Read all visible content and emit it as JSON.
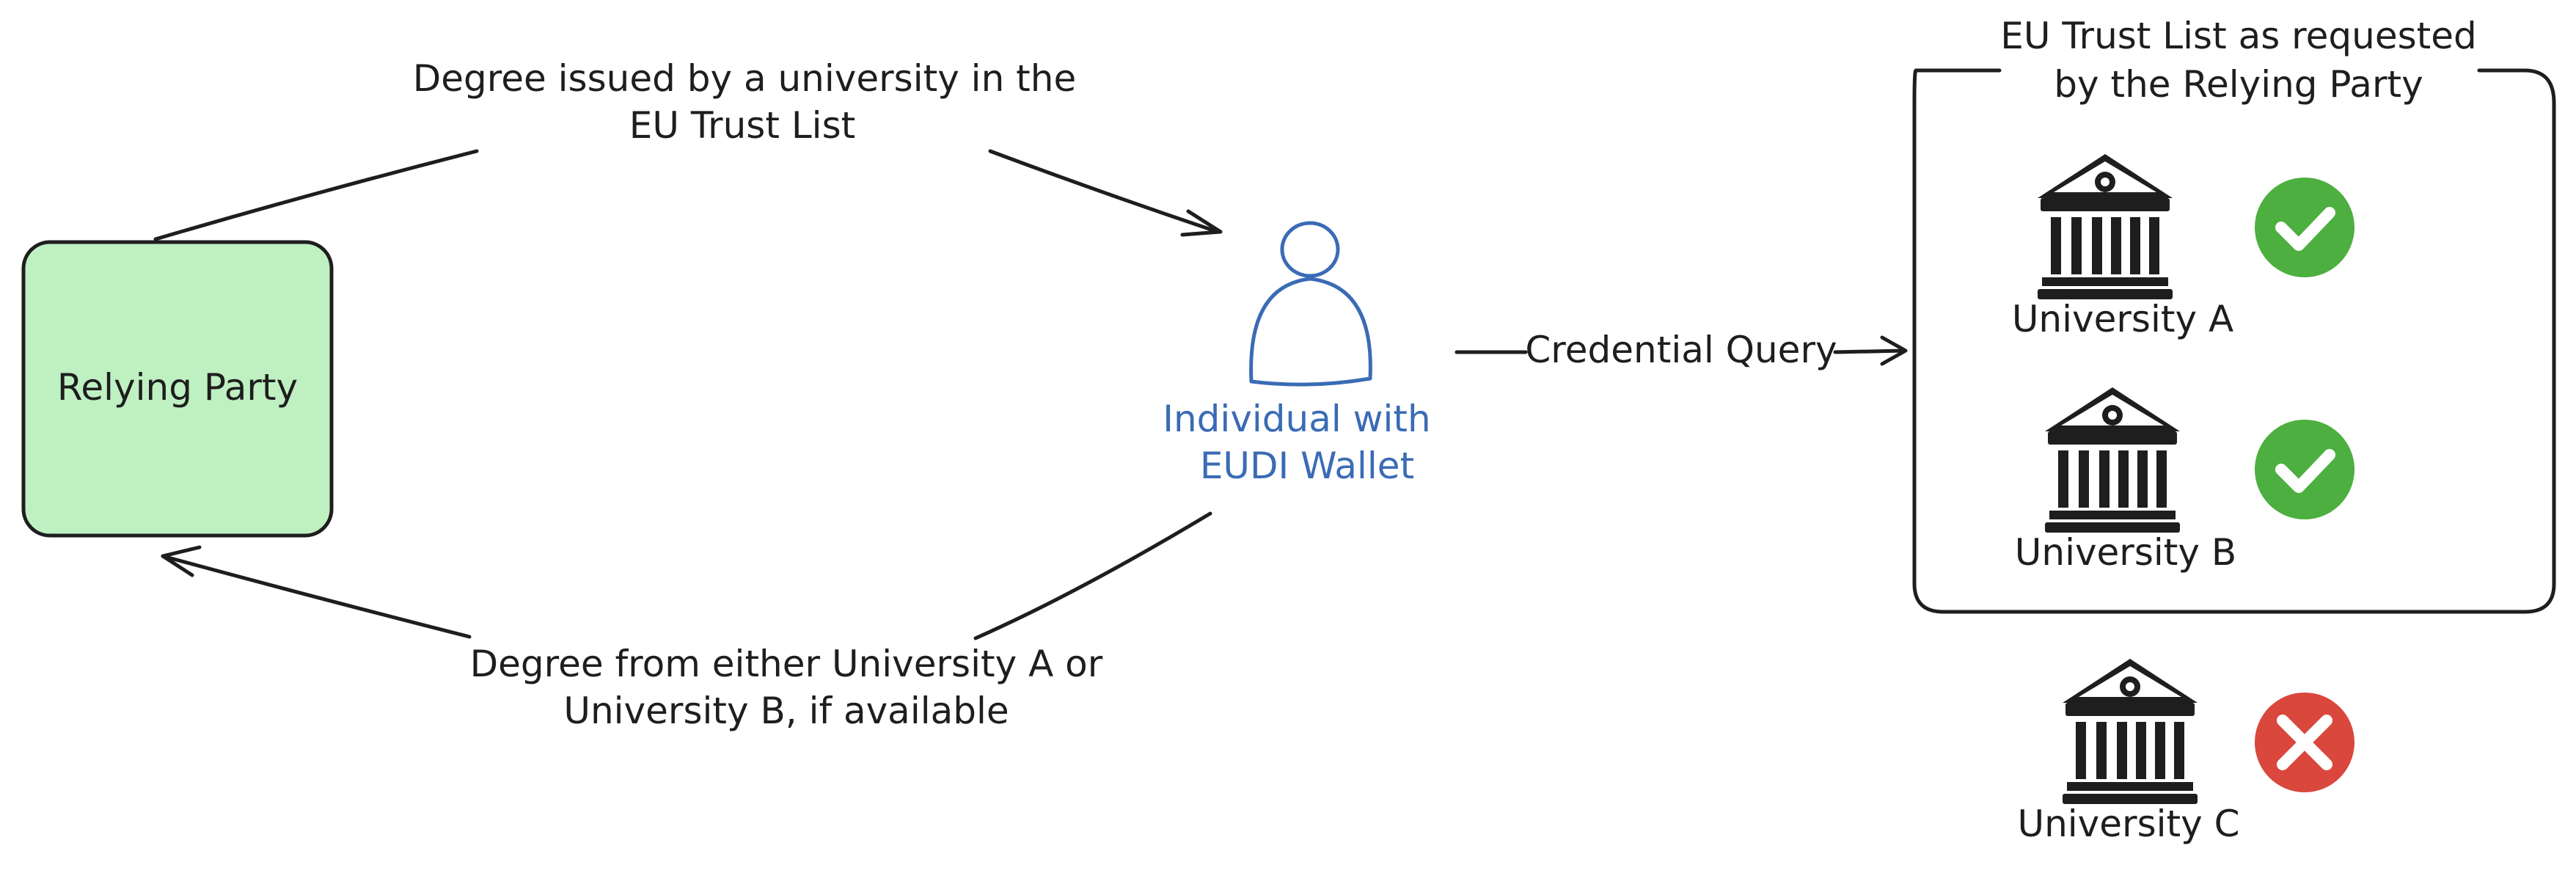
{
  "relying_party": {
    "label": "Relying Party",
    "fill_color": "#bff0c2"
  },
  "individual": {
    "label_line1": "Individual with",
    "label_line2": "EUDI Wallet",
    "color": "#3a6bb5"
  },
  "edges": {
    "top_label_line1": "Degree issued by a university in the",
    "top_label_line2": "EU Trust List",
    "bottom_label_line1": "Degree from either University A or",
    "bottom_label_line2": "University B, if available",
    "query_label": "Credential Query"
  },
  "trust_list": {
    "title_line1": "EU Trust List as requested",
    "title_line2": "by the Relying Party"
  },
  "universities": [
    {
      "name": "University A",
      "status": "accepted",
      "status_icon": "check-icon",
      "status_color": "#4caf3f"
    },
    {
      "name": "University B",
      "status": "accepted",
      "status_icon": "check-icon",
      "status_color": "#4caf3f"
    },
    {
      "name": "University C",
      "status": "rejected",
      "status_icon": "cross-icon",
      "status_color": "#d9473d"
    }
  ]
}
